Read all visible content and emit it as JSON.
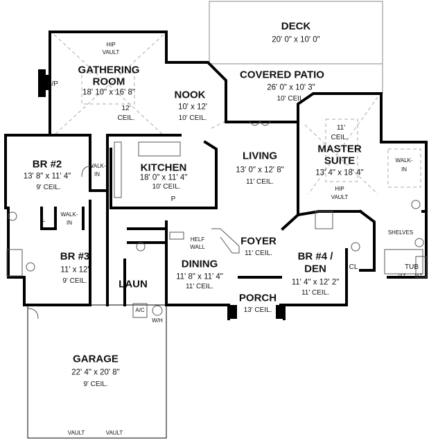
{
  "rooms": {
    "deck": {
      "name": "DECK",
      "dims": "20' 0\" x 10' 0\""
    },
    "patio": {
      "name": "COVERED PATIO",
      "dims": "26' 0\" x 10' 3\"",
      "ceil": "10' CEIL."
    },
    "gathering": {
      "name1": "GATHERING",
      "name2": "ROOM",
      "dims": "18' 10\" x 16' 8\"",
      "vault1": "HIP",
      "vault2": "VAULT",
      "ceil1": "12'",
      "ceil2": "CEIL.",
      "fp": "F/P"
    },
    "nook": {
      "name": "NOOK",
      "dims": "10' x 12'",
      "ceil": "10' CEIL."
    },
    "br2": {
      "name": "BR #2",
      "dims": "13' 8\" x 11' 4\"",
      "ceil": "9' CEIL.",
      "walk1": "WALK-",
      "walk2": "IN"
    },
    "kitchen": {
      "name": "KITCHEN",
      "dims": "18' 0\" x 11' 4\"",
      "ceil": "10' CEIL.",
      "pantry": "P"
    },
    "living": {
      "name": "LIVING",
      "dims": "13' 0\" x 12' 8\"",
      "ceil": "11' CEIL."
    },
    "master": {
      "ceil1": "11'",
      "ceil2": "CEIL.",
      "name1": "MASTER",
      "name2": "SUITE",
      "dims": "13' 4\" x 18' 4\"",
      "vault1": "HIP",
      "vault2": "VAULT",
      "walk1": "WALK-",
      "walk2": "IN",
      "shelves": "SHELVES",
      "tub": "TUB",
      "vlt1": "VLT",
      "vlt2": "VLT"
    },
    "br3": {
      "name": "BR #3",
      "dims": "11' x 12'",
      "ceil": "9' CEIL.",
      "linen": "L",
      "walk1": "WALK-",
      "walk2": "IN"
    },
    "laun": {
      "name": "LAUN",
      "ac": "A/C",
      "wh": "W/H"
    },
    "dining": {
      "name": "DINING",
      "dims": "11' 8\" x 11' 4\"",
      "ceil": "11' CEIL.",
      "half1": "HELF",
      "half2": "WALL"
    },
    "foyer": {
      "name": "FOYER",
      "ceil": "11' CEIL."
    },
    "porch": {
      "name": "PORCH",
      "ceil": "13' CEIL."
    },
    "br4": {
      "name1": "BR #4 /",
      "name2": "DEN",
      "dims": "11' 4\" x 12' 2\"",
      "ceil": "11' CEIL.",
      "closet": "CL"
    },
    "garage": {
      "name": "GARAGE",
      "dims": "22' 4\" x 20' 8\"",
      "ceil": "9' CEIL.",
      "vault1": "VAULT",
      "vault2": "VAULT"
    }
  }
}
